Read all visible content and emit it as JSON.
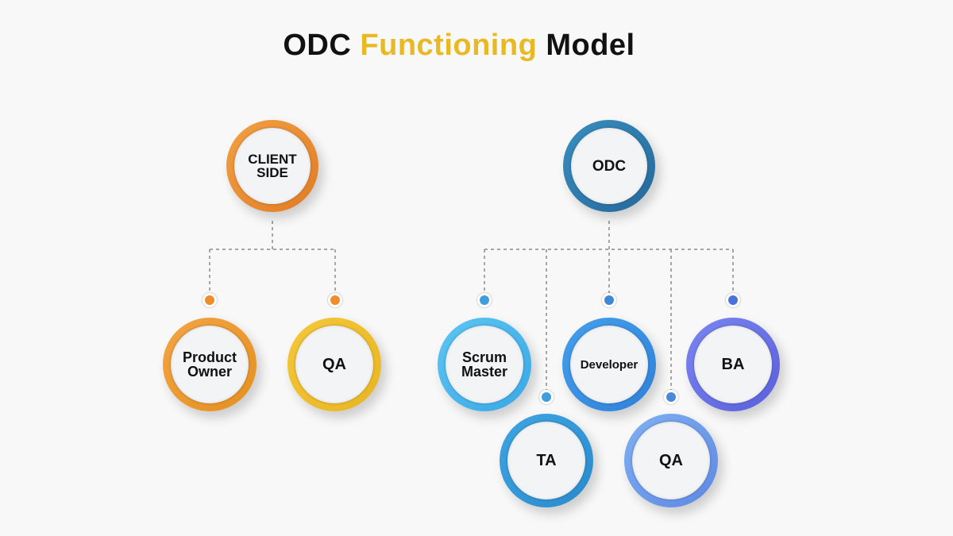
{
  "title": {
    "part1": "ODC",
    "part2": "Functioning",
    "part3": "Model"
  },
  "colors": {
    "accent": "#e8b923",
    "connector": "#8a8a8a",
    "client_dot": "#ef8c2c",
    "odc_dot": "#3f8fd8"
  },
  "client": {
    "root": {
      "label_line1": "CLIENT",
      "label_line2": "SIDE"
    },
    "children": [
      {
        "label_line1": "Product",
        "label_line2": "Owner"
      },
      {
        "label_line1": "QA",
        "label_line2": ""
      }
    ]
  },
  "odc": {
    "root": {
      "label_line1": "ODC",
      "label_line2": ""
    },
    "children": [
      {
        "label_line1": "Scrum",
        "label_line2": "Master"
      },
      {
        "label_line1": "TA",
        "label_line2": ""
      },
      {
        "label_line1": "Developer",
        "label_line2": ""
      },
      {
        "label_line1": "QA",
        "label_line2": ""
      },
      {
        "label_line1": "BA",
        "label_line2": ""
      }
    ]
  }
}
